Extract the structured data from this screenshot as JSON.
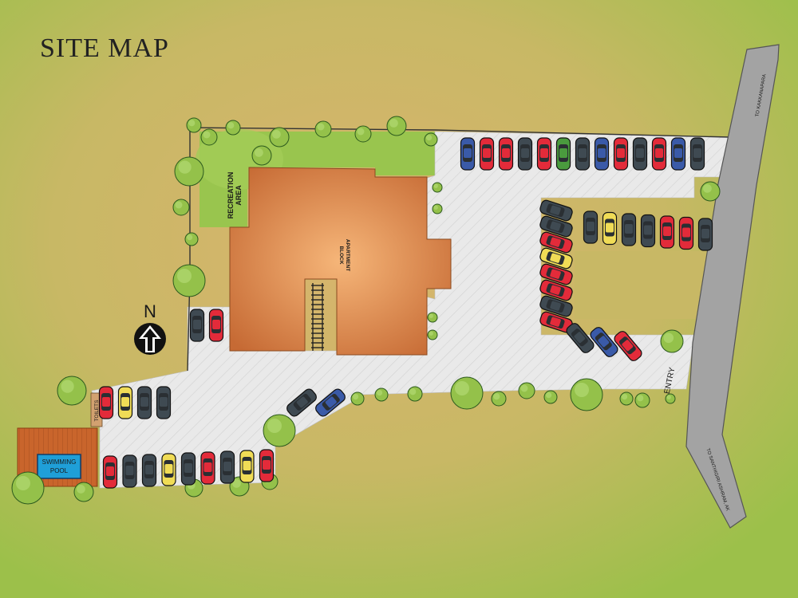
{
  "title": "SITE MAP",
  "labels": {
    "apartment_line1": "APARTMENT",
    "apartment_line2": "BLOCK",
    "recreation_line1": "RECREATION",
    "recreation_line2": "AREA",
    "swimming_line1": "SWIMMING",
    "swimming_line2": "POOL",
    "toilet": "TOILETS",
    "entry": "ENTRY",
    "north": "N",
    "road_top": "TO KAKKANAPARA",
    "road_bottom": "TO SANTHIGIRI ASHRAM, AK"
  },
  "colors": {
    "ground": "#c6b665",
    "grass": "#94c14a",
    "pavement": "#e6e6e6",
    "building": "#d9814a",
    "road": "#a3a3a3",
    "pool": "#1f9fd8",
    "deck": "#c9652c",
    "car_red": "#e32b3a",
    "car_dark": "#3f4a52",
    "car_yellow": "#f0dc56",
    "car_green": "#4a9b3e",
    "car_blue": "#3a5aa8"
  },
  "parking": {
    "top_row": [
      "blue",
      "red",
      "red",
      "dark",
      "red",
      "green",
      "dark",
      "blue",
      "red",
      "dark",
      "red",
      "blue",
      "dark"
    ],
    "middle_row": [
      "dark",
      "yellow",
      "dark",
      "dark",
      "red",
      "red",
      "dark"
    ],
    "diagonal_column": [
      "dark",
      "dark",
      "red",
      "yellow",
      "red",
      "red",
      "dark",
      "red"
    ],
    "entry_cluster": [
      "dark",
      "blue",
      "red"
    ],
    "entrance_pair": [
      "dark",
      "red"
    ],
    "toilet_row": [
      "red",
      "yellow",
      "dark",
      "dark"
    ],
    "bottom_row": [
      "red",
      "dark",
      "dark",
      "yellow",
      "dark",
      "red",
      "dark",
      "yellow",
      "red"
    ],
    "drive_pair": [
      "dark",
      "blue"
    ]
  }
}
